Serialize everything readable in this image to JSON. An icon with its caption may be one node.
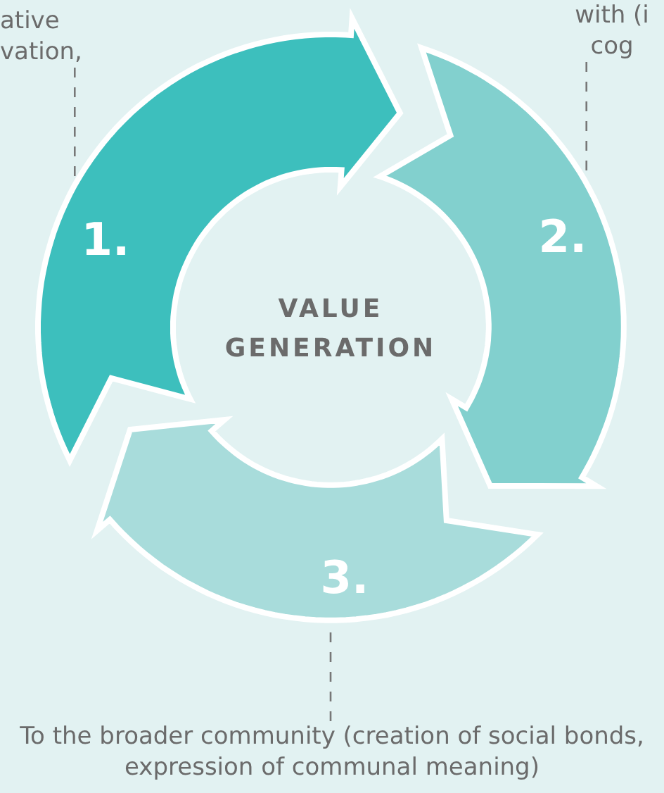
{
  "diagram": {
    "nodes": [
      {
        "text": [
          "ative vation,"
        ]
      },
      {
        "text": [
          "with (i cog"
        ]
      },
      {
        "text": [
          "1."
        ]
      },
      {
        "text": [
          "2."
        ]
      },
      {
        "text": [
          "3."
        ]
      },
      {
        "text": [
          "To the broader community (creation of social bonds, expression of communal meaning)"
        ]
      }
    ],
    "edges": [
      {
        "from": 0,
        "to": 2,
        "arrow": "none",
        "style": "dashed"
      },
      {
        "from": 1,
        "to": 3,
        "arrow": "none",
        "style": "dashed"
      },
      {
        "from": 5,
        "to": 4,
        "arrow": "none",
        "style": "dashed"
      }
    ],
    "labels": [
      "VALUE GENERATION"
    ]
  }
}
